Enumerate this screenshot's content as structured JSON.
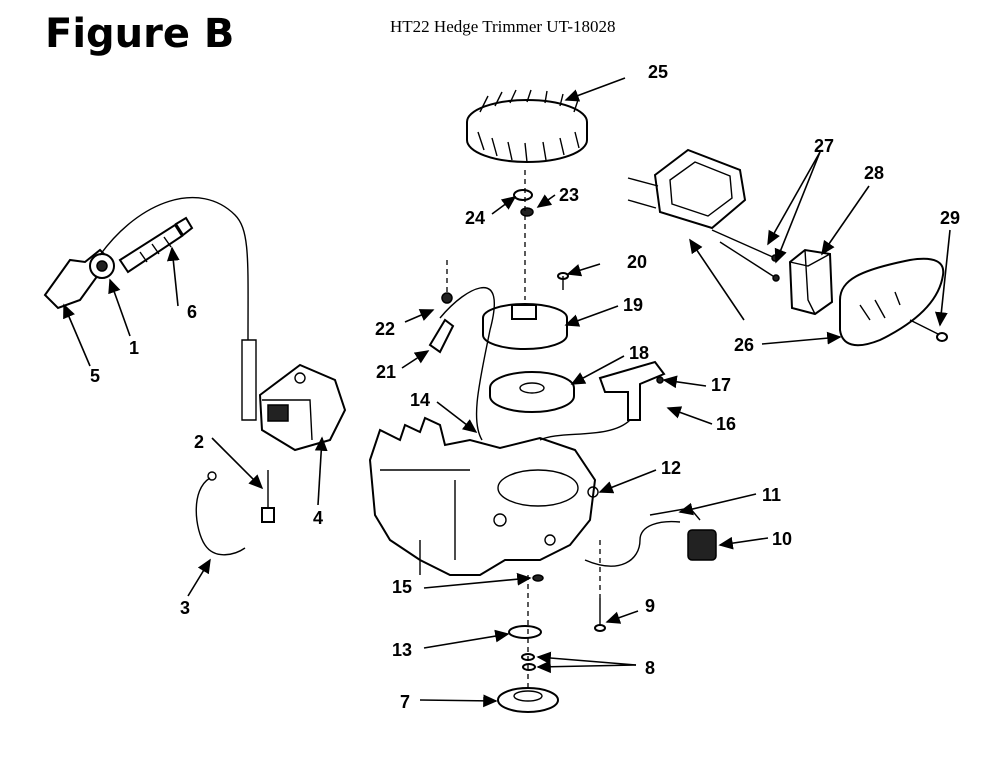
{
  "figure": {
    "title": "Figure B",
    "subtitle": "HT22 Hedge Trimmer UT-18028"
  },
  "callouts": {
    "c1": "1",
    "c2": "2",
    "c3": "3",
    "c4": "4",
    "c5": "5",
    "c6": "6",
    "c7": "7",
    "c8": "8",
    "c9": "9",
    "c10": "10",
    "c11": "11",
    "c12": "12",
    "c13": "13",
    "c14": "14",
    "c15": "15",
    "c16": "16",
    "c17": "17",
    "c18": "18",
    "c19": "19",
    "c20": "20",
    "c21": "21",
    "c22": "22",
    "c23": "23",
    "c24": "24",
    "c25": "25",
    "c26": "26",
    "c27": "27",
    "c28": "28",
    "c29": "29"
  },
  "colors": {
    "line": "#000000",
    "background": "#ffffff"
  }
}
